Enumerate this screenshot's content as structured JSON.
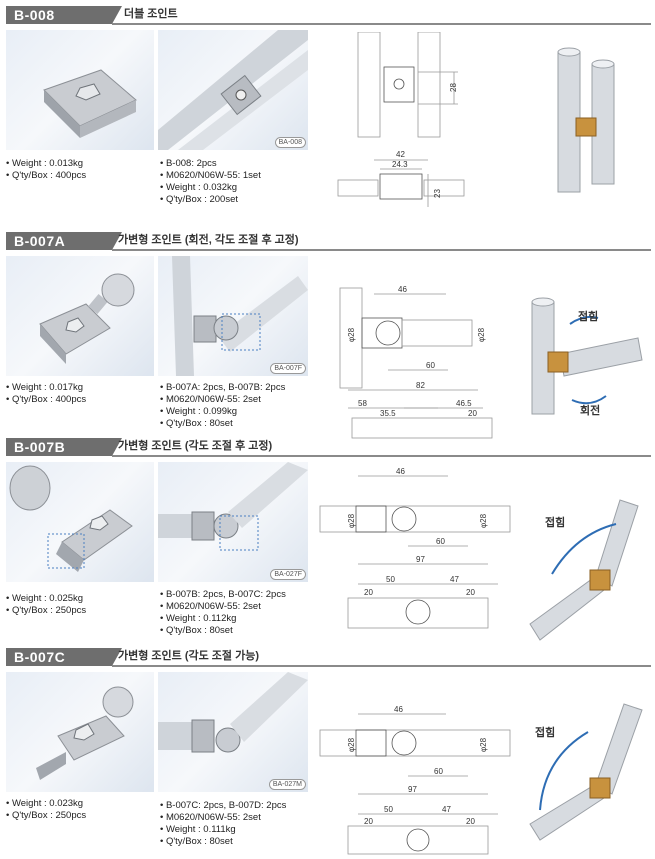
{
  "sections": [
    {
      "code": "B-008",
      "title": "더블 조인트",
      "tag": "BA-008",
      "specs_left": [
        "Weight : 0.013kg",
        "Q'ty/Box : 400pcs"
      ],
      "specs_right": [
        "B-008: 2pcs",
        "M0620/N06W-55: 1set",
        "Weight : 0.032kg",
        "Q'ty/Box : 200set"
      ],
      "dims": [
        "28",
        "42",
        "24.3",
        "23"
      ],
      "labels": []
    },
    {
      "code": "B-007A",
      "title": "가변형 조인트 (회전, 각도 조절 후 고정)",
      "tag": "BA-007F",
      "specs_left": [
        "Weight : 0.017kg",
        "Q'ty/Box : 400pcs"
      ],
      "specs_right": [
        "B-007A: 2pcs, B-007B: 2pcs",
        "M0620/N06W-55: 2set",
        "Weight : 0.099kg",
        "Q'ty/Box : 80set"
      ],
      "dims": [
        "46",
        "φ28",
        "φ28",
        "60",
        "82",
        "58",
        "46.5",
        "35.5",
        "20"
      ],
      "labels": [
        "접힘",
        "회전"
      ]
    },
    {
      "code": "B-007B",
      "title": "가변형 조인트 (각도 조절 후 고정)",
      "tag": "BA-027F",
      "specs_left": [
        "Weight : 0.025kg",
        "Q'ty/Box : 250pcs"
      ],
      "specs_right": [
        "B-007B: 2pcs, B-007C: 2pcs",
        "M0620/N06W-55: 2set",
        "Weight : 0.112kg",
        "Q'ty/Box : 80set"
      ],
      "dims": [
        "46",
        "φ28",
        "φ28",
        "60",
        "97",
        "50",
        "47",
        "20",
        "20"
      ],
      "labels": [
        "접힘"
      ]
    },
    {
      "code": "B-007C",
      "title": "가변형 조인트 (각도 조절 가능)",
      "tag": "BA-027M",
      "specs_left": [
        "Weight : 0.023kg",
        "Q'ty/Box : 250pcs"
      ],
      "specs_right": [
        "B-007C: 2pcs, B-007D: 2pcs",
        "M0620/N06W-55: 2set",
        "Weight : 0.111kg",
        "Q'ty/Box : 80set"
      ],
      "dims": [
        "46",
        "φ28",
        "φ28",
        "60",
        "97",
        "50",
        "47",
        "20",
        "20"
      ],
      "labels": [
        "접힘"
      ]
    }
  ]
}
